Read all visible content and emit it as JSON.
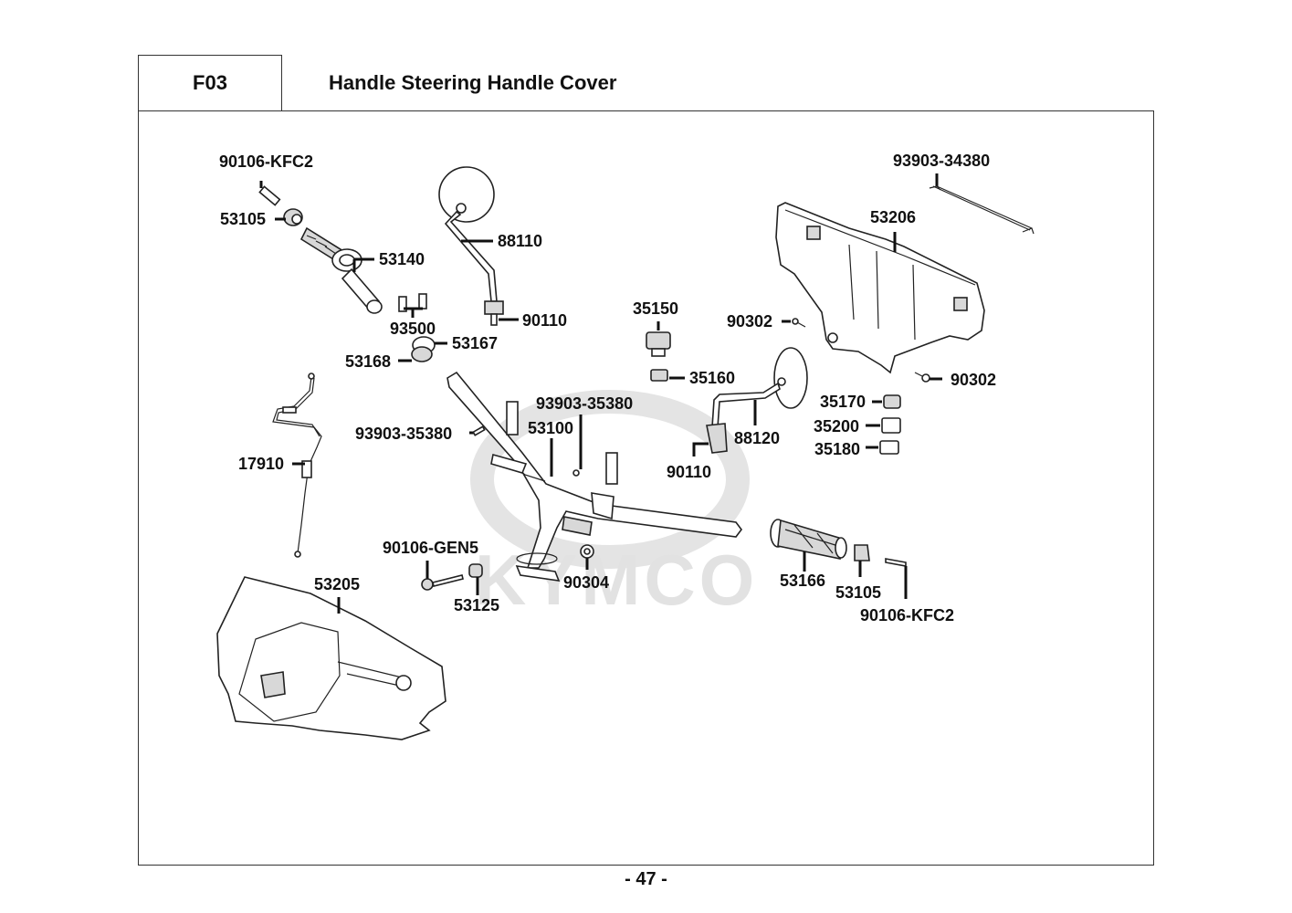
{
  "header": {
    "section_code": "F03",
    "title": "Handle Steering  Handle Cover"
  },
  "watermark": {
    "brand": "KYMCO"
  },
  "callouts": {
    "bolt_grip_end_left": "90106-KFC2",
    "weight_grip_end_left": "53105",
    "throttle_grip": "53140",
    "screw_throttle": "93500",
    "throttle_housing_upper": "53167",
    "throttle_housing_lower": "53168",
    "mirror_right": "88110",
    "nut_mirror_left": "90110",
    "switch_stop": "35150",
    "switch_small": "35160",
    "cable_throttle": "17910",
    "screw_tapping_left": "93903-35380",
    "screw_tapping_right": "93903-35380",
    "handle_bar": "53100",
    "bolt_handle": "90106-GEN5",
    "collar_handle": "53125",
    "nut_handle": "90304",
    "cover_front": "53205",
    "cover_rear": "53206",
    "screw_cover_rear": "93903-34380",
    "screw_cover_upper": "90302",
    "screw_cover_lower": "90302",
    "mirror_left": "88120",
    "nut_mirror_right": "90110",
    "switch_35170": "35170",
    "switch_35200": "35200",
    "switch_35180": "35180",
    "grip_left": "53166",
    "weight_grip_end_right": "53105",
    "bolt_grip_end_right": "90106-KFC2"
  },
  "footer": {
    "page_number": "- 47 -"
  }
}
